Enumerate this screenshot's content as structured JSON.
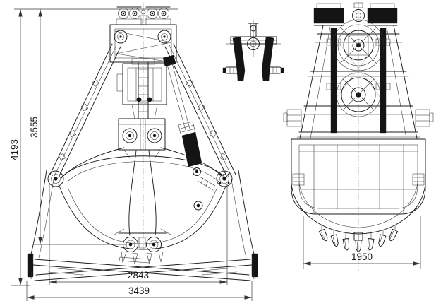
{
  "drawing": {
    "dims": {
      "height_overall": "4193",
      "height_inner": "3555",
      "width_inner": "2843",
      "width_overall": "3439",
      "width_side": "1950"
    },
    "colors": {
      "background": "#ffffff",
      "line": "#1c1c1c",
      "dimension": "#3a3a3a"
    }
  }
}
